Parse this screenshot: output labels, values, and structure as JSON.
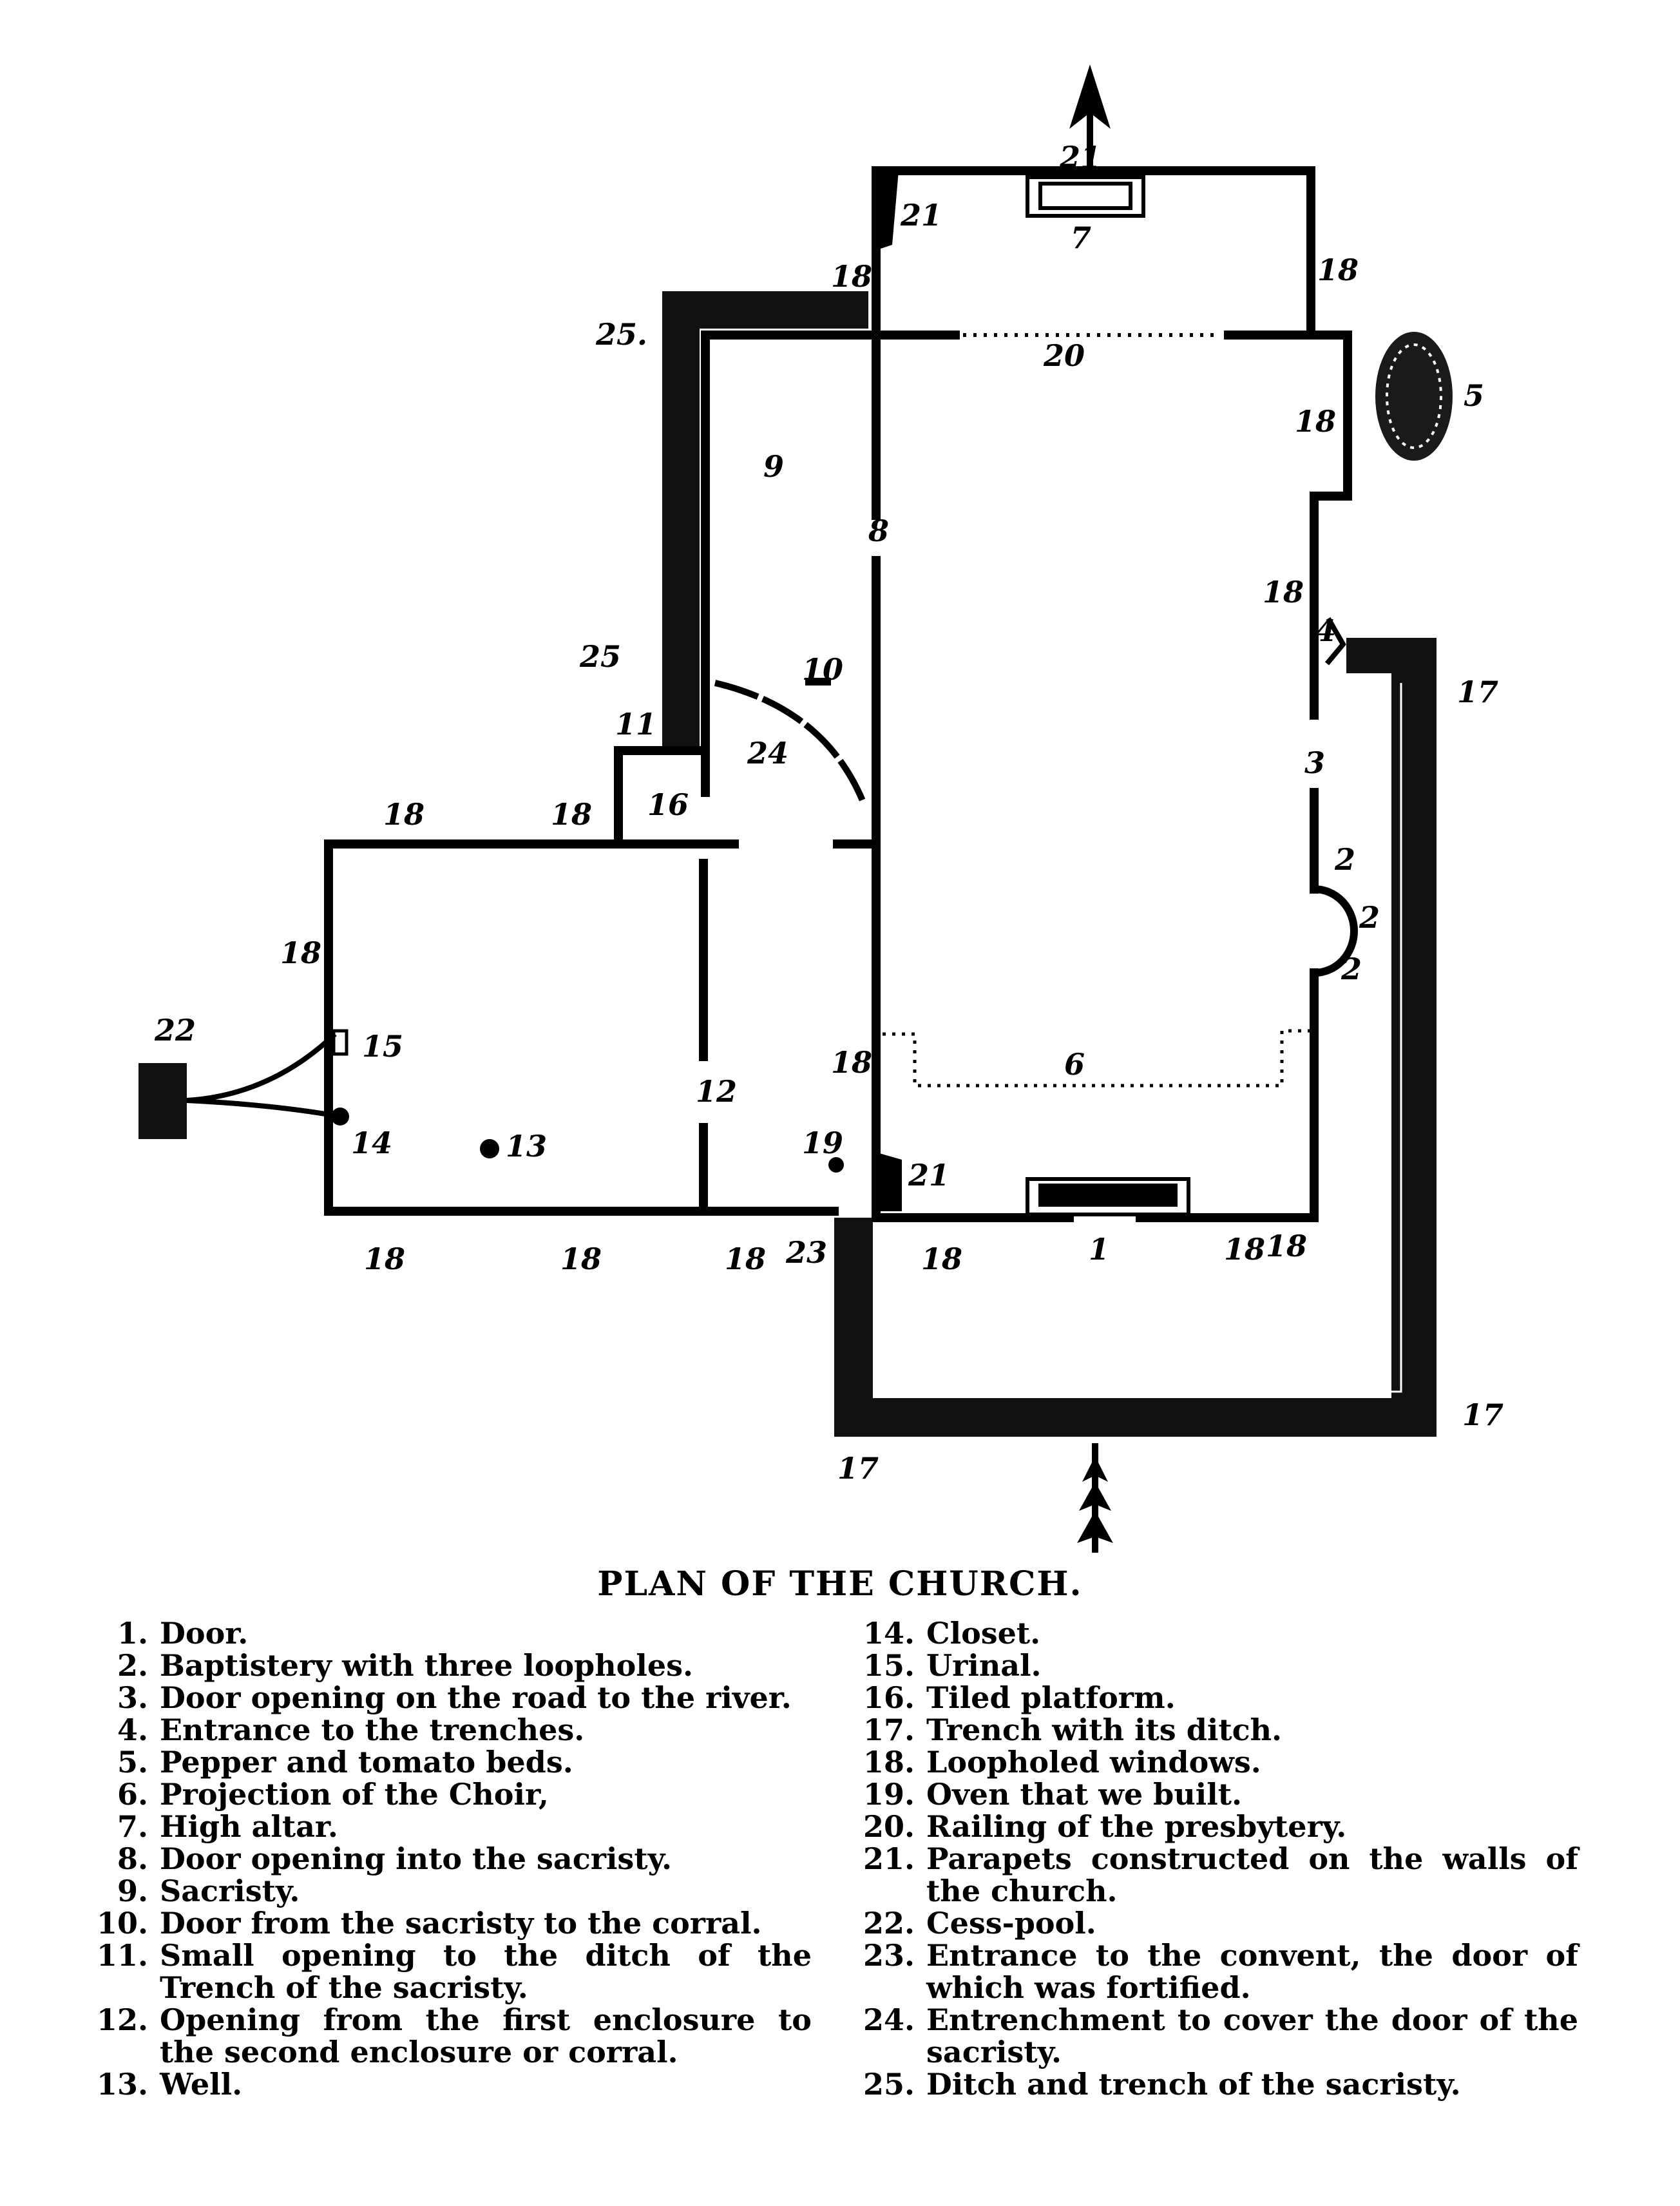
{
  "plan": {
    "labels": {
      "n1": "1",
      "n2a": "2",
      "n2b": "2",
      "n2c": "2",
      "n3": "3",
      "n4": "4",
      "n5": "5",
      "n6": "6",
      "n7": "7",
      "n8": "8",
      "n9": "9",
      "n10": "10",
      "n11": "11",
      "n12": "12",
      "n13": "13",
      "n14": "14",
      "n15": "15",
      "n16": "16",
      "n17a": "17",
      "n17b": "17",
      "n17c": "17",
      "n18a": "18",
      "n18b": "18",
      "n18c": "18",
      "n18d": "18",
      "n18e": "18",
      "n18f": "18",
      "n18g": "18",
      "n18h": "18",
      "n18i": "18",
      "n18j": "18",
      "n18k": "18",
      "n18l": "18",
      "n18m": "18",
      "n18n": "18",
      "n19": "19",
      "n20": "20",
      "n21a": "21",
      "n21b": "21",
      "n21c": "21",
      "n22": "22",
      "n23": "23",
      "n24": "24",
      "n25a": "25.",
      "n25b": "25"
    }
  },
  "title": "PLAN OF THE CHURCH.",
  "legend_left": [
    {
      "num": "1.",
      "text": "Door."
    },
    {
      "num": "2.",
      "text": "Baptistery with three loopholes."
    },
    {
      "num": "3.",
      "text": "Door opening on the road to the river."
    },
    {
      "num": "4.",
      "text": "Entrance to the trenches."
    },
    {
      "num": "5.",
      "text": "Pepper and tomato beds."
    },
    {
      "num": "6.",
      "text": "Projection of the Choir,"
    },
    {
      "num": "7.",
      "text": "High altar."
    },
    {
      "num": "8.",
      "text": "Door opening into the sacristy."
    },
    {
      "num": "9.",
      "text": "Sacristy."
    },
    {
      "num": "10.",
      "text": "Door from the sacristy to the corral."
    },
    {
      "num": "11.",
      "text": "Small opening to the ditch of the Trench of the sacristy."
    },
    {
      "num": "12.",
      "text": "Opening from the first enclosure to the second enclosure or corral."
    },
    {
      "num": "13.",
      "text": "Well."
    }
  ],
  "legend_right": [
    {
      "num": "14.",
      "text": "Closet."
    },
    {
      "num": "15.",
      "text": "Urinal."
    },
    {
      "num": "16.",
      "text": "Tiled platform."
    },
    {
      "num": "17.",
      "text": "Trench with its ditch."
    },
    {
      "num": "18.",
      "text": "Loopholed windows."
    },
    {
      "num": "19.",
      "text": "Oven that we built."
    },
    {
      "num": "20.",
      "text": "Railing of the presbytery."
    },
    {
      "num": "21.",
      "text": "Parapets constructed on the walls of the church."
    },
    {
      "num": "22.",
      "text": "Cess-pool."
    },
    {
      "num": "23.",
      "text": "Entrance to the convent, the door of which was fortified."
    },
    {
      "num": "24.",
      "text": "Entrenchment to cover the door of the sacristy."
    },
    {
      "num": "25.",
      "text": "Ditch and trench of the sacristy."
    }
  ]
}
